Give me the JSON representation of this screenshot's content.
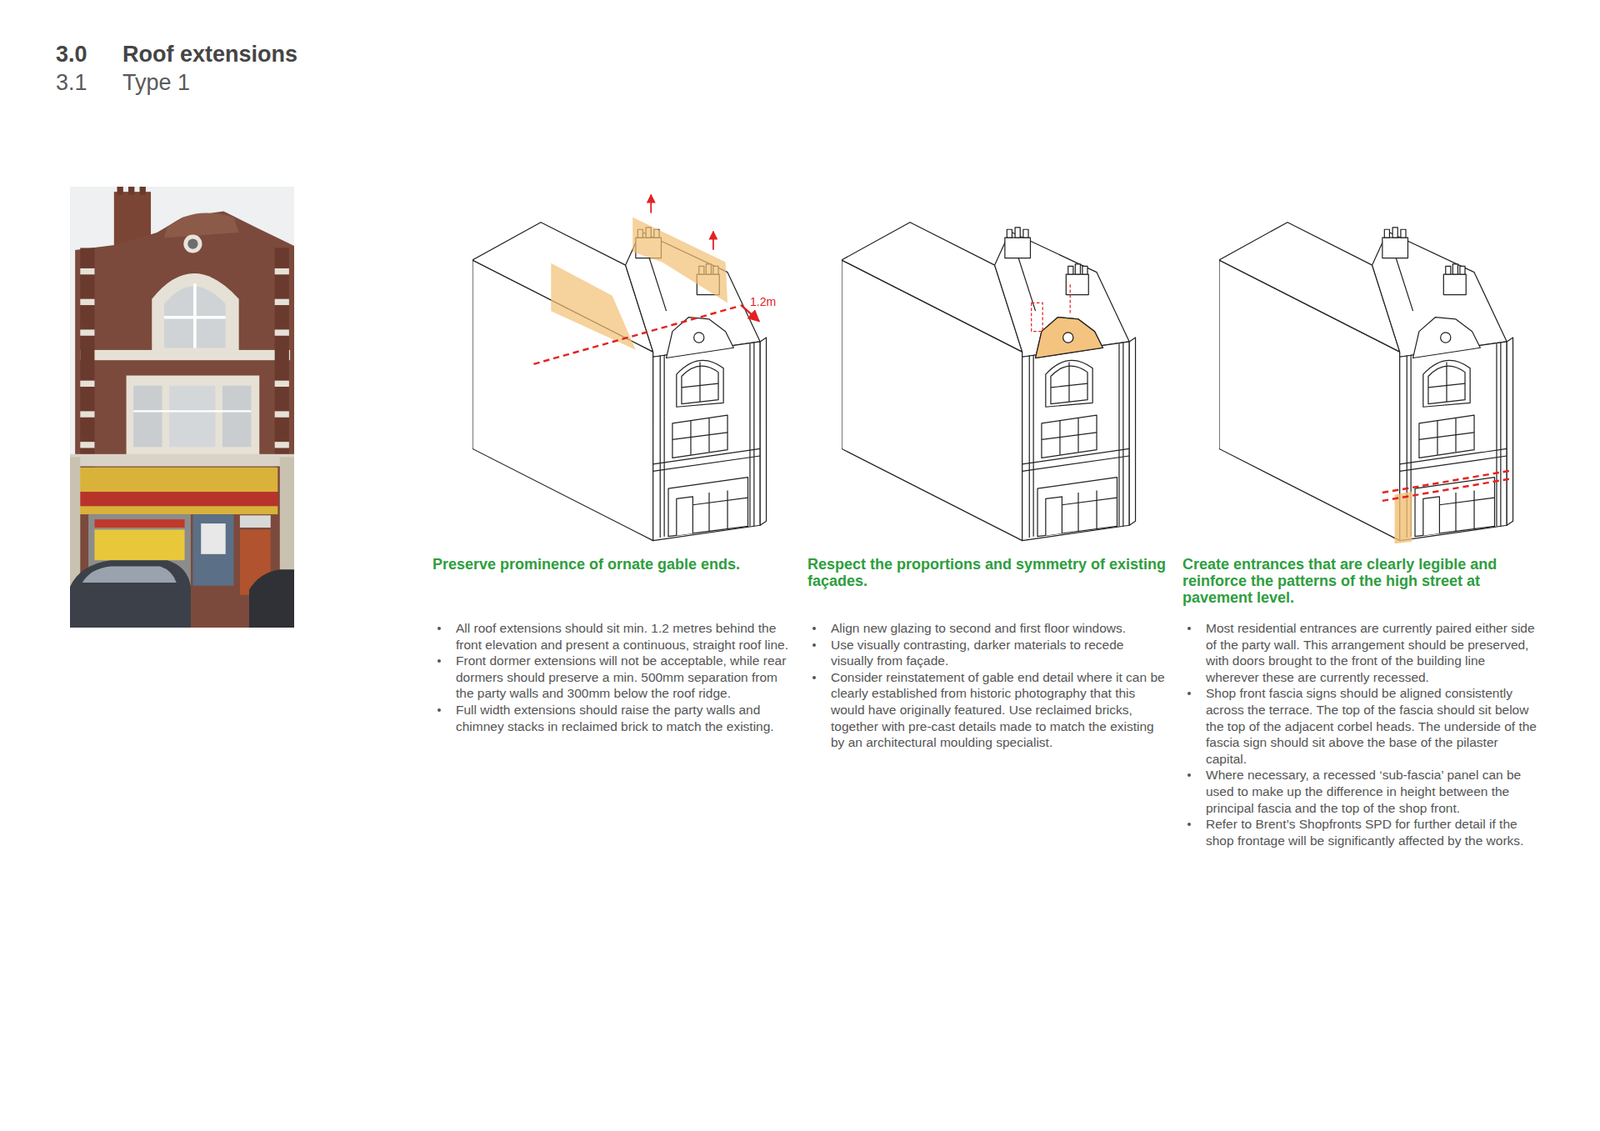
{
  "diagram": {
    "title": "Roof extensions",
    "labels": [
      "3.0",
      "3.1",
      "Type 1",
      "1.2m",
      "Preserve prominence of ornate gable ends.",
      "All roof extensions should sit min. 1.2 metres behind the front elevation and present a continuous, straight roof line.",
      "Front dormer extensions will not be acceptable, while rear dormers should preserve a min. 500mm separation from the party walls and 300mm below the roof ridge.",
      "Full width extensions should raise the party walls and chimney stacks in reclaimed brick to match the existing.",
      "Respect the proportions and symmetry of existing façades.",
      "Align new glazing to second and first floor windows.",
      "Use visually contrasting, darker materials to recede visually from façade.",
      "Consider reinstatement of gable end detail where it can be clearly established from historic photography that this would have originally featured. Use reclaimed bricks, together with pre-cast details made to match the existing by an architectural moulding specialist.",
      "Create entrances that are clearly legible and reinforce the patterns of the high street at pavement level.",
      "Most residential entrances are currently paired either side of the party wall. This arrangement should be preserved, with doors brought to the front of the building line wherever these are currently recessed.",
      "Shop front fascia signs should be aligned consistently across the terrace. The top of the fascia should sit below the top of the adjacent corbel heads. The underside of the fascia sign should sit above the base of the pilaster capital.",
      "Where necessary, a recessed ‘sub-fascia’ panel can be used to make up the difference in height between the principal fascia and the top of the shop front.",
      "Refer to Brent’s Shopfronts SPD for further detail if the shop frontage will be significantly affected by the works."
    ]
  }
}
